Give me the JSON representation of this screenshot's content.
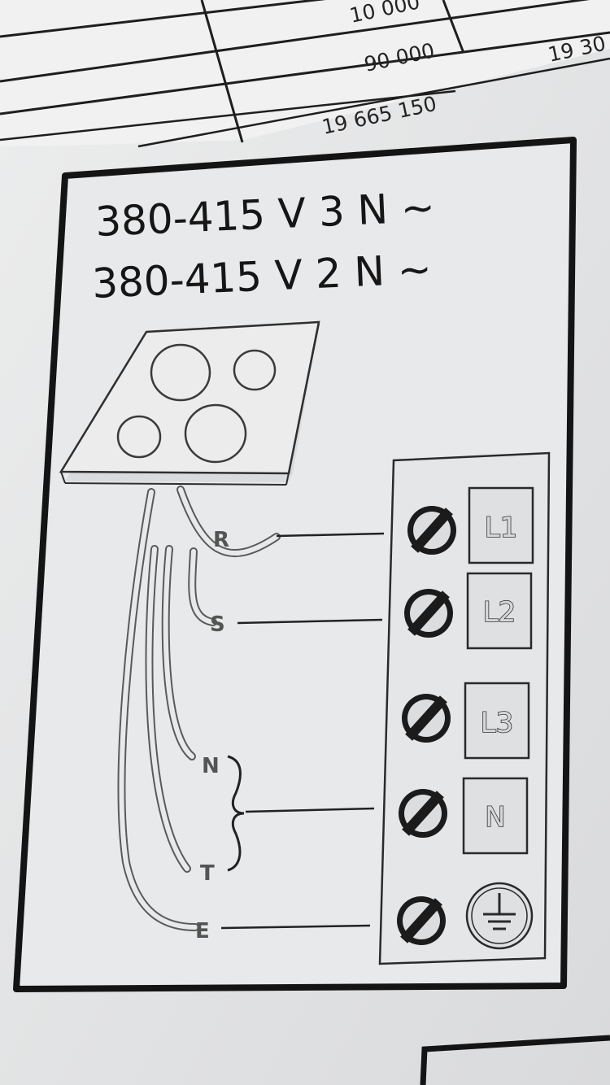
{
  "table_fragment": {
    "values": [
      "10 000",
      "90 000",
      "19 665 150",
      "19 30"
    ]
  },
  "voltage_labels": {
    "line1": "380-415 V 3 N ~",
    "line2": "380-415 V 2 N ~"
  },
  "wires": {
    "r": "R",
    "s": "S",
    "n": "N",
    "t": "T",
    "e": "E"
  },
  "terminals": {
    "l1": "L1",
    "l2": "L2",
    "l3": "L3",
    "n": "N",
    "ground_icon": "ground-symbol"
  },
  "colors": {
    "paper": "#e3e4e6",
    "ink": "#171717",
    "gray_ink": "#555555"
  }
}
